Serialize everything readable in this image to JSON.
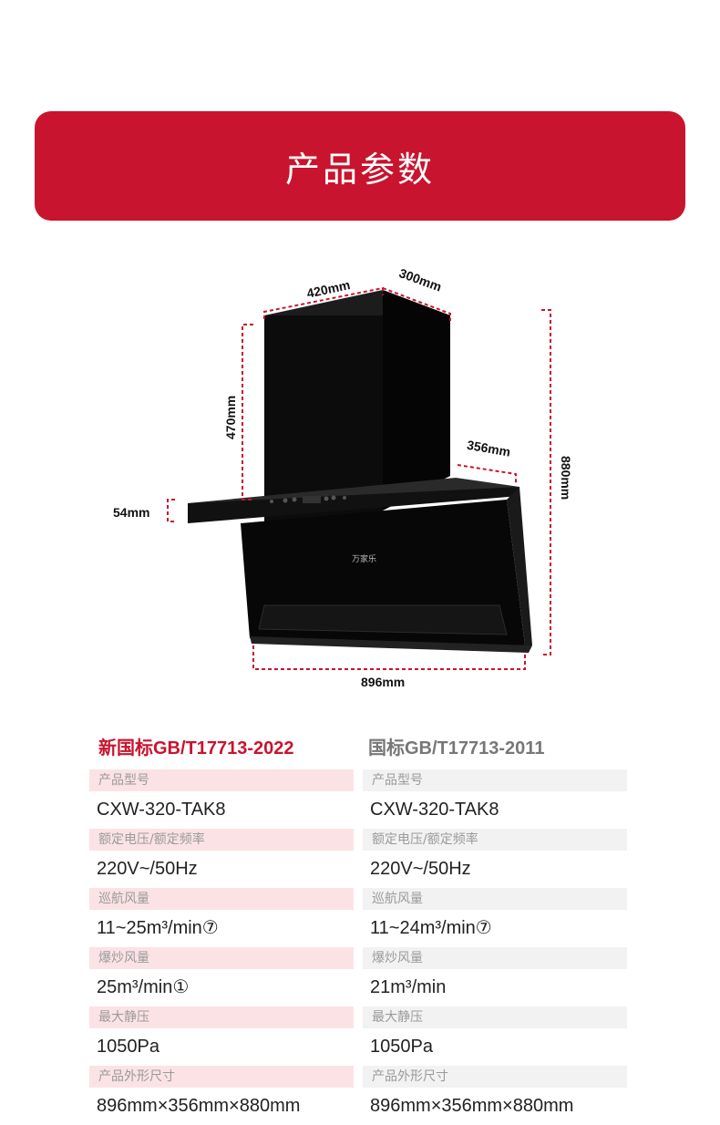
{
  "banner": {
    "title": "产品参数"
  },
  "diagram": {
    "width_label": "420mm",
    "depth_label": "300mm",
    "chimney_height_label": "470mm",
    "hood_depth_label": "356mm",
    "total_height_label": "880mm",
    "panel_thickness_label": "54mm",
    "total_width_label": "896mm",
    "brand_logo_text": "万家乐",
    "accent_color": "#c8142e"
  },
  "columns": [
    {
      "heading": "新国标GB/T17713-2022",
      "specs": [
        {
          "label": "产品型号",
          "value": "CXW-320-TAK8"
        },
        {
          "label": "额定电压/额定频率",
          "value": "220V~/50Hz"
        },
        {
          "label": "巡航风量",
          "value": "11~25m³/min⑦"
        },
        {
          "label": "爆炒风量",
          "value": "25m³/min①"
        },
        {
          "label": "最大静压",
          "value": "1050Pa"
        },
        {
          "label": "产品外形尺寸",
          "value": "896mm×356mm×880mm"
        }
      ]
    },
    {
      "heading": "国标GB/T17713-2011",
      "specs": [
        {
          "label": "产品型号",
          "value": "CXW-320-TAK8"
        },
        {
          "label": "额定电压/额定频率",
          "value": "220V~/50Hz"
        },
        {
          "label": "巡航风量",
          "value": "11~24m³/min⑦"
        },
        {
          "label": "爆炒风量",
          "value": "21m³/min"
        },
        {
          "label": "最大静压",
          "value": "1050Pa"
        },
        {
          "label": "产品外形尺寸",
          "value": "896mm×356mm×880mm"
        }
      ]
    }
  ]
}
